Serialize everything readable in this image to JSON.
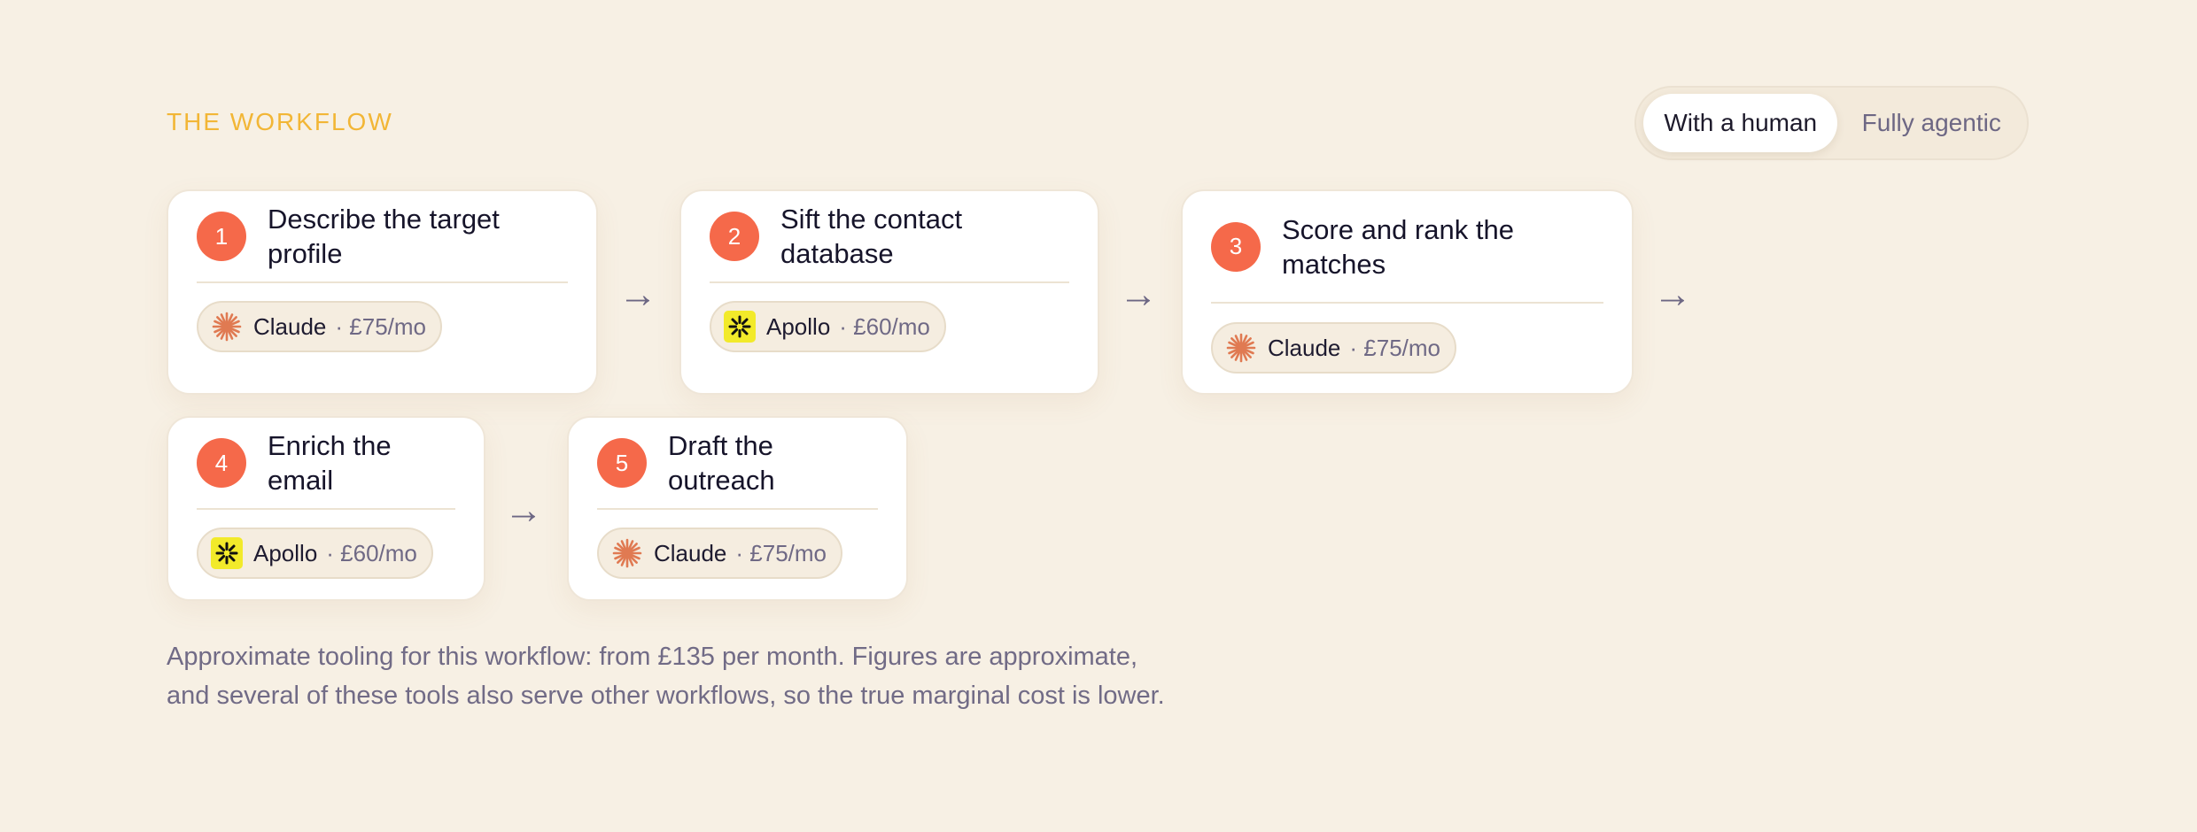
{
  "section": {
    "eyebrow": "THE WORKFLOW"
  },
  "mode_toggle": {
    "options": [
      "With a human",
      "Fully agentic"
    ],
    "selected": "With a human"
  },
  "steps": [
    {
      "number": "1",
      "title": "Describe the target profile",
      "tool": {
        "name": "Claude",
        "icon": "claude-starburst-icon",
        "price": "· £75/mo"
      }
    },
    {
      "number": "2",
      "title": "Sift the contact database",
      "tool": {
        "name": "Apollo",
        "icon": "apollo-logo-icon",
        "price": "· £60/mo"
      }
    },
    {
      "number": "3",
      "title": "Score and rank the matches",
      "tool": {
        "name": "Claude",
        "icon": "claude-starburst-icon",
        "price": "· £75/mo"
      }
    },
    {
      "number": "4",
      "title": "Enrich the email",
      "tool": {
        "name": "Apollo",
        "icon": "apollo-logo-icon",
        "price": "· £60/mo"
      }
    },
    {
      "number": "5",
      "title": "Draft the outreach",
      "tool": {
        "name": "Claude",
        "icon": "claude-starburst-icon",
        "price": "· £75/mo"
      }
    }
  ],
  "arrow_glyph": "→",
  "footnote": "Approximate tooling for this workflow: from £135 per month. Figures are approximate, and several of these tools also serve other workflows, so the true marginal cost is lower.",
  "colors": {
    "background": "#f7f0e4",
    "accent_eyebrow": "#f2b636",
    "step_badge": "#f5694a",
    "claude_brand": "#e07a52",
    "apollo_brand": "#f2ea2a"
  }
}
